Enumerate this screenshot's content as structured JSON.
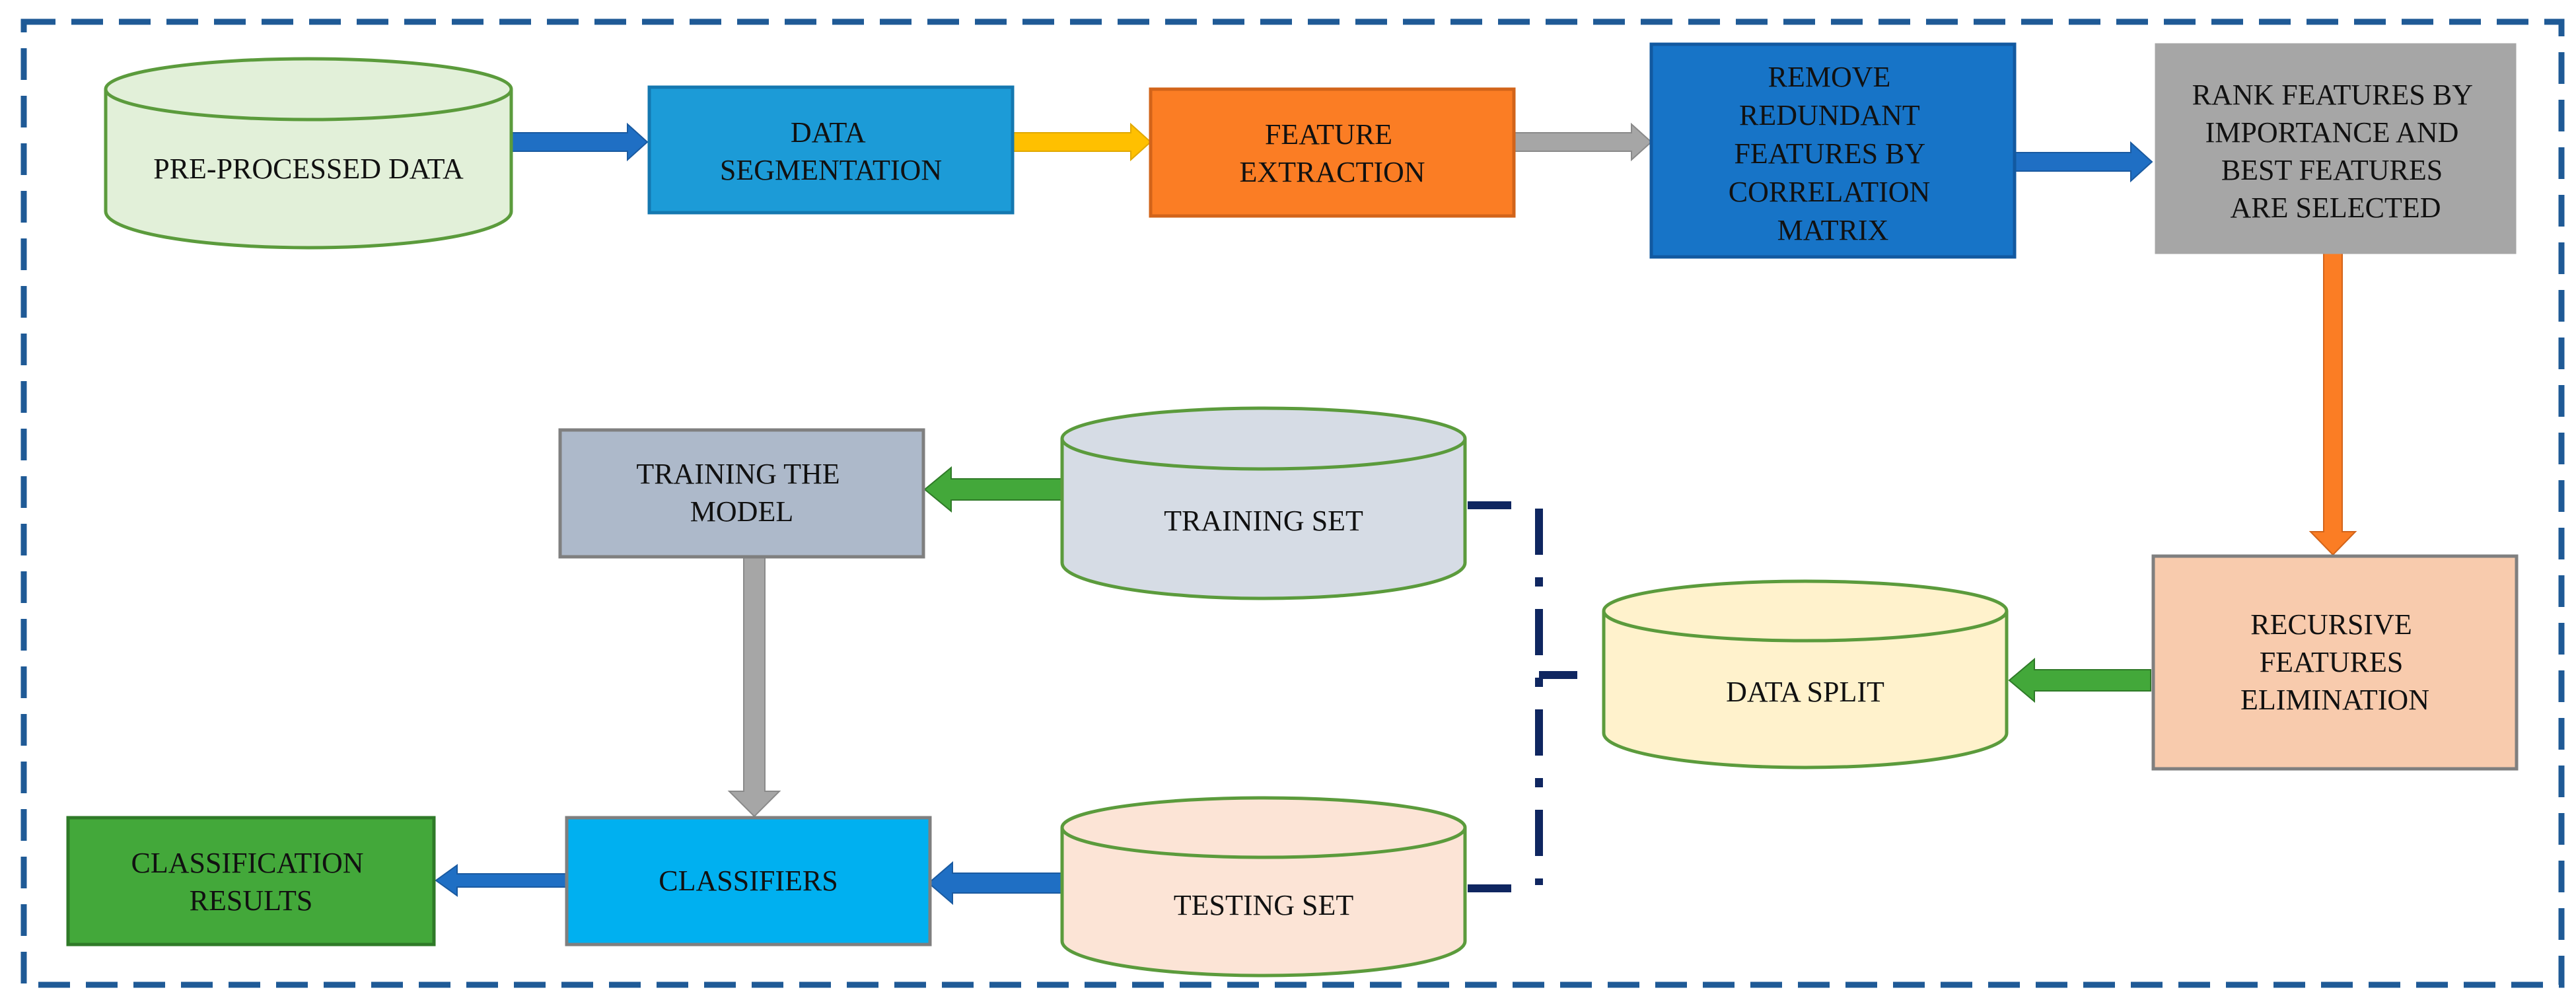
{
  "nodes": {
    "preprocessed": {
      "lines": [
        "PRE-PROCESSED DATA"
      ]
    },
    "segmentation": {
      "lines": [
        "DATA",
        "SEGMENTATION"
      ]
    },
    "extraction": {
      "lines": [
        "FEATURE",
        "EXTRACTION"
      ]
    },
    "remove_redundant": {
      "lines": [
        "REMOVE",
        "REDUNDANT",
        "FEATURES BY",
        "CORRELATION",
        "MATRIX"
      ]
    },
    "rank": {
      "lines": [
        "RANK FEATURES BY",
        "IMPORTANCE AND",
        "BEST FEATURES",
        "ARE SELECTED"
      ]
    },
    "rfe": {
      "lines": [
        "RECURSIVE",
        "FEATURES",
        "ELIMINATION"
      ]
    },
    "data_split": {
      "lines": [
        "DATA SPLIT"
      ]
    },
    "training_set": {
      "lines": [
        "TRAINING SET"
      ]
    },
    "testing_set": {
      "lines": [
        "TESTING SET"
      ]
    },
    "training_model": {
      "lines": [
        "TRAINING THE",
        "MODEL"
      ]
    },
    "classifiers": {
      "lines": [
        "CLASSIFIERS"
      ]
    },
    "results": {
      "lines": [
        "CLASSIFICATION",
        "RESULTS"
      ]
    }
  },
  "colors": {
    "frame": "#1F5A96",
    "preprocessed_fill": "#E2F0D9",
    "preprocessed_stroke": "#5B9B3C",
    "segmentation_fill": "#1C9BD7",
    "segmentation_stroke": "#1478B0",
    "extraction_fill": "#FB7D24",
    "extraction_stroke": "#D2641A",
    "remove_fill": "#1774C7",
    "remove_stroke": "#1259A0",
    "rank_fill": "#A6A6A6",
    "rfe_fill": "#F8CBAD",
    "rfe_stroke": "#7F7F7F",
    "datasplit_fill": "#FFF2CC",
    "datasplit_stroke": "#5B9B3C",
    "trainingset_fill": "#D6DCE5",
    "trainingset_stroke": "#5B9B3C",
    "testingset_fill": "#FCE4D6",
    "testingset_stroke": "#5B9B3C",
    "trainmodel_fill": "#ADB9CA",
    "trainmodel_stroke": "#7F7F7F",
    "classifiers_fill": "#00B0F0",
    "classifiers_stroke": "#7F7F7F",
    "results_fill": "#43A83A",
    "results_stroke": "#2F7A28",
    "arrow_blue": "#1F6FC4",
    "arrow_yellow": "#FFC000",
    "arrow_gray": "#A6A6A6",
    "arrow_orange": "#FB7D24",
    "arrow_green": "#43A83A",
    "connector": "#0F2660"
  }
}
